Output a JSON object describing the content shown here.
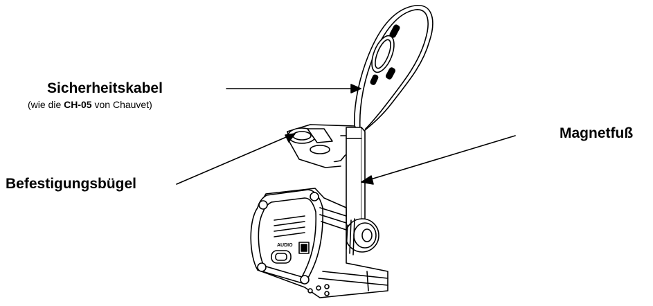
{
  "labels": {
    "safety_cable": "Sicherheitskabel",
    "safety_cable_note_prefix": "(wie die ",
    "safety_cable_note_model": "CH-05",
    "safety_cable_note_suffix": " von Chauvet)",
    "magnetic_base": "Magnetfuß",
    "mounting_bracket": "Befestigungsbügel"
  },
  "device": {
    "switch_label": "AUDIO"
  }
}
